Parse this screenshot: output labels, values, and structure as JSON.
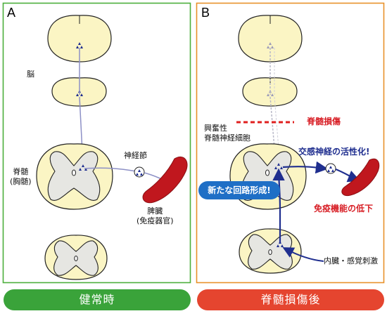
{
  "panel_a": {
    "letter": "A",
    "labels": {
      "brain": "脳",
      "spinal_cord_line1": "脊髄",
      "spinal_cord_line2": "(胸髄)",
      "ganglion": "神経節",
      "spleen_line1": "脾臓",
      "spleen_line2": "(免疫器官)"
    },
    "footer": "健常時"
  },
  "panel_b": {
    "letter": "B",
    "labels": {
      "injury": "脊髄損傷",
      "neuron_line1": "興奮性",
      "neuron_line2": "脊髄神経細胞",
      "sympathetic_activation": "交感神経の活性化!",
      "new_circuit": "新たな回路形成!",
      "immune_decline": "免疫機能の低下",
      "visceral_stimulus": "内臓・感覚刺激"
    },
    "footer": "脊髄損傷後"
  },
  "colors": {
    "panel_a_border": "#4caf3c",
    "panel_b_border": "#e8912a",
    "footer_a": "#3aa33a",
    "footer_b": "#e5452f",
    "tissue_fill": "#fbf5c4",
    "gray_matter": "#e6e6e2",
    "spleen": "#c0171e",
    "injury_line": "#e0201f",
    "new_pathway": "#1f2e8f",
    "bubble": "#1f6fc6"
  }
}
